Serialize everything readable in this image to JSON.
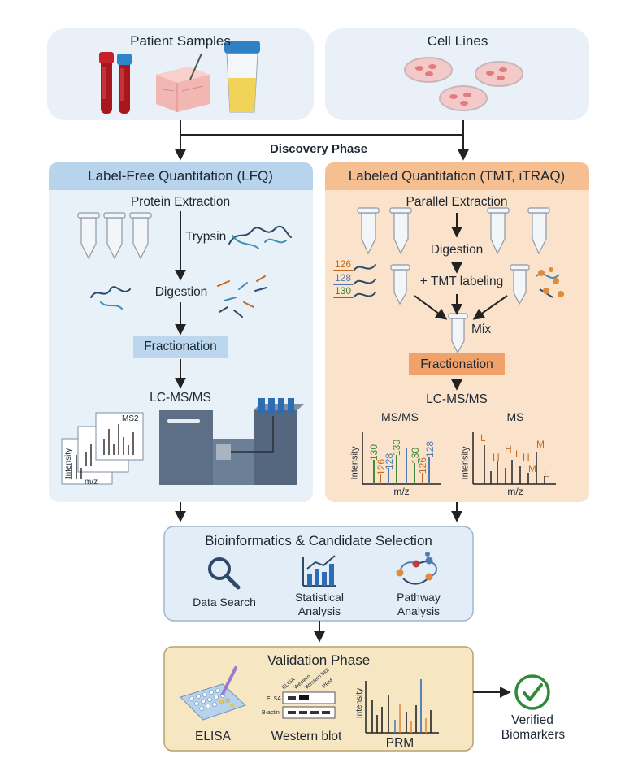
{
  "sources": {
    "patient_samples": "Patient Samples",
    "cell_lines": "Cell Lines"
  },
  "discovery_phase": "Discovery Phase",
  "lfq": {
    "title": "Label-Free Quantitation (LFQ)",
    "protein_extraction": "Protein Extraction",
    "trypsin": "Trypsin",
    "digestion": "Digestion",
    "fractionation": "Fractionation",
    "lcmsms": "LC-MS/MS",
    "spectra": {
      "ms2": "MS2",
      "mz": "m/z",
      "intensity": "Intensity"
    }
  },
  "labeled": {
    "title": "Labeled Quantitation (TMT, iTRAQ)",
    "parallel_extraction": "Parallel Extraction",
    "digestion": "Digestion",
    "tmt_labeling": "+ TMT labeling",
    "mix": "Mix",
    "fractionation": "Fractionation",
    "lcmsms": "LC-MS/MS",
    "tags": [
      "126",
      "128",
      "130"
    ],
    "msms_spectrum": {
      "title": "MS/MS",
      "ylabel": "Intensity",
      "xlabel": "m/z",
      "peak_labels": [
        "130",
        "126",
        "128",
        "130",
        "130",
        "126",
        "128"
      ]
    },
    "ms_spectrum": {
      "title": "MS",
      "ylabel": "Intensity",
      "xlabel": "m/z",
      "peak_labels": [
        "L",
        "H",
        "H",
        "L",
        "H",
        "M",
        "M",
        "L"
      ]
    }
  },
  "bioinformatics": {
    "title": "Bioinformatics & Candidate Selection",
    "data_search": "Data Search",
    "statistical_analysis": [
      "Statistical",
      "Analysis"
    ],
    "pathway_analysis": [
      "Pathway",
      "Analysis"
    ]
  },
  "validation": {
    "title": "Validation Phase",
    "elisa": "ELISA",
    "western_blot": "Western blot",
    "prm": "PRM",
    "blot_columns": [
      "ELISA",
      "Western",
      "Western blot",
      "PRM"
    ],
    "blot_rows": [
      "ELSA",
      "B-actin"
    ],
    "prm_ylabel": "Intensity"
  },
  "result": [
    "Verified",
    "Biomarkers"
  ],
  "colors": {
    "source_box": "#e9f0f7",
    "lfq_panel": "#e8f0f8",
    "lfq_header": "#b8d3ec",
    "labeled_panel": "#fbe3cb",
    "labeled_header": "#f6bf92",
    "bio_box": "#e3edf7",
    "validation_box": "#f6e6c2",
    "tmt_126": "#c56a1e",
    "tmt_128": "#4d7cb4",
    "tmt_130": "#3f8a36",
    "check": "#2f8a3a"
  }
}
